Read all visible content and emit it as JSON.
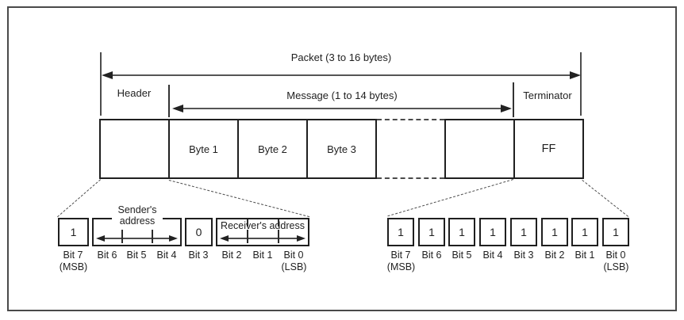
{
  "spans": {
    "packet": "Packet (3 to 16 bytes)",
    "message": "Message (1 to 14 bytes)",
    "header": "Header",
    "terminator": "Terminator"
  },
  "packet_row": {
    "byte1": "Byte 1",
    "byte2": "Byte 2",
    "byte3": "Byte 3",
    "terminator_value": "FF"
  },
  "header_byte": {
    "bit7_value": "1",
    "bit3_value": "0",
    "sender_line1": "Sender's",
    "sender_line2": "address",
    "receiver_label": "Receiver's address",
    "bit_labels": [
      "Bit 7",
      "Bit 6",
      "Bit 5",
      "Bit 4",
      "Bit 3",
      "Bit 2",
      "Bit 1",
      "Bit 0"
    ],
    "msb": "(MSB)",
    "lsb": "(LSB)"
  },
  "terminator_byte": {
    "bit_values": [
      "1",
      "1",
      "1",
      "1",
      "1",
      "1",
      "1",
      "1"
    ],
    "bit_labels": [
      "Bit 7",
      "Bit 6",
      "Bit 5",
      "Bit 4",
      "Bit 3",
      "Bit 2",
      "Bit 1",
      "Bit 0"
    ],
    "msb": "(MSB)",
    "lsb": "(LSB)"
  },
  "colors": {
    "border": "#1f1f1f",
    "arrow": "#4d4d4d",
    "background": "#ffffff"
  }
}
